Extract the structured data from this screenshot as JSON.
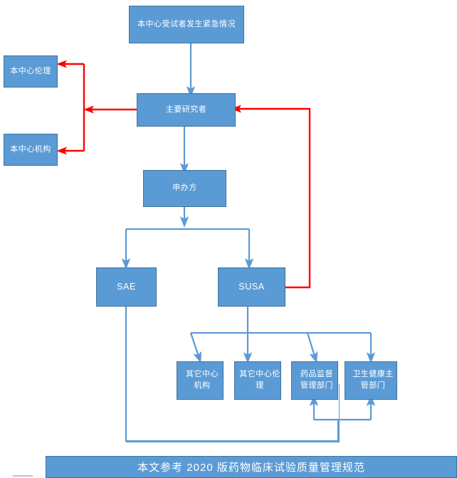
{
  "diagram": {
    "title_caption": "本文参考 2020 版药物临床试验质量管理规范",
    "colors": {
      "node_fill": "#5B9BD5",
      "node_border": "#41719C",
      "node_text": "#FFFFFF",
      "blue_connector": "#5B9BD5",
      "red_connector": "#FF0000",
      "rule": "#BFBFBF"
    },
    "nodes": [
      {
        "id": "emergency",
        "label": "本中心受试者发生紧急情况"
      },
      {
        "id": "center-ethics",
        "label": "本中心伦理"
      },
      {
        "id": "center-institution",
        "label": "本中心机构"
      },
      {
        "id": "pi",
        "label": "主要研究者"
      },
      {
        "id": "sponsor",
        "label": "申办方"
      },
      {
        "id": "sae",
        "label": "SAE"
      },
      {
        "id": "susa",
        "label": "SUSA"
      },
      {
        "id": "other-institution",
        "label": "其它中心机构"
      },
      {
        "id": "other-ethics",
        "label": "其它中心伦理"
      },
      {
        "id": "nmpa",
        "label": "药品监督管理部门"
      },
      {
        "id": "health-authority",
        "label": "卫生健康主管部门"
      }
    ],
    "node_lines": {
      "emergency": [
        "本中心受试者发生紧急情况"
      ],
      "center-ethics": [
        "本中心伦理"
      ],
      "center-institution": [
        "本中心机构"
      ],
      "pi": [
        "主要研究者"
      ],
      "sponsor": [
        "申办方"
      ],
      "sae": [
        "SAE"
      ],
      "susa": [
        "SUSA"
      ],
      "other-institution": [
        "其它中心",
        "机构"
      ],
      "other-ethics": [
        "其它中心伦",
        "理"
      ],
      "nmpa": [
        "药品监督",
        "管理部门"
      ],
      "health-authority": [
        "卫生健康主",
        "管部门"
      ]
    }
  }
}
